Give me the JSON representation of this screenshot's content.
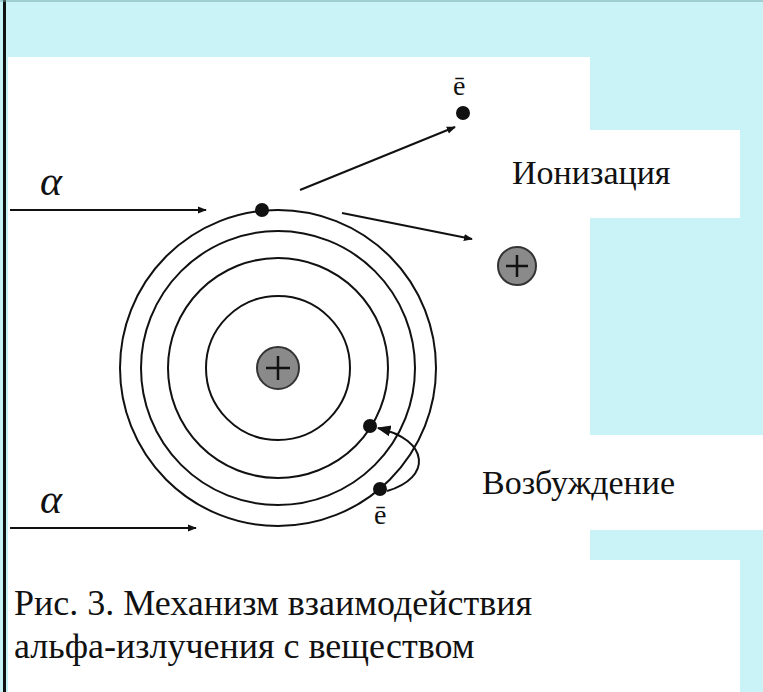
{
  "diagram": {
    "caption": "Рис. 3. Механизм взаимодействия альфа-излучения с веществом",
    "labels": [
      "ē",
      "α",
      "Ионизация",
      "α",
      "ē",
      "Возбуждение"
    ]
  }
}
